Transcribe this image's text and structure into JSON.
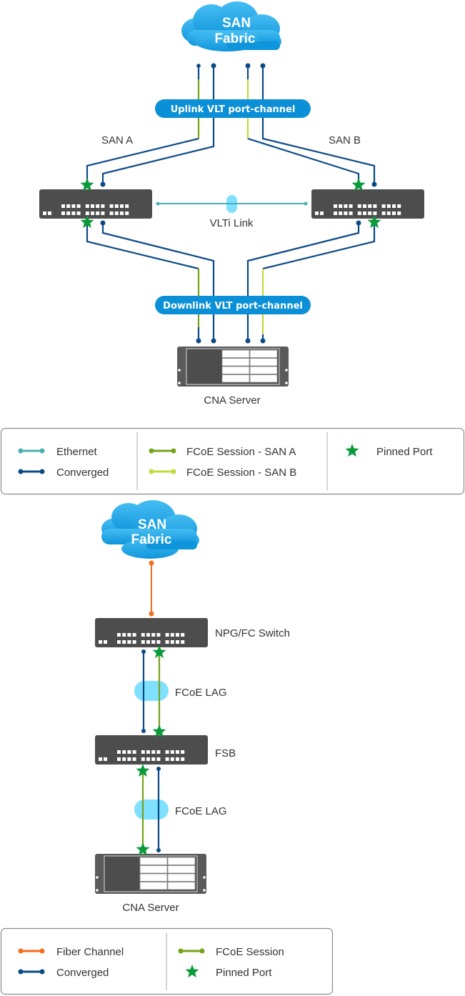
{
  "colors": {
    "ethernet": "#4aafb3",
    "converged": "#0b4a86",
    "fcoe_san_a": "#75a31b",
    "fcoe_san_b": "#c3d93a",
    "fiber_channel": "#f26d1d",
    "pinned_port": "#0a9a3a",
    "pill": "#0b8fd6",
    "lag": "#7fe0ff",
    "device": "#4d4d4d",
    "cloud": "#1aa2e6"
  },
  "diagram1": {
    "cloud": {
      "line1": "SAN",
      "line2": "Fabric"
    },
    "uplink_label": "Uplink VLT port-channel",
    "downlink_label": "Downlink VLT port-channel",
    "san_a_label": "SAN A",
    "san_b_label": "SAN B",
    "vlti_label": "VLTi Link",
    "server_label": "CNA Server"
  },
  "legend1": {
    "items": [
      {
        "label": "Ethernet",
        "kind": "ethernet"
      },
      {
        "label": "Converged",
        "kind": "converged"
      },
      {
        "label": "FCoE Session - SAN A",
        "kind": "fcoe_san_a"
      },
      {
        "label": "FCoE Session - SAN B",
        "kind": "fcoe_san_b"
      },
      {
        "label": "Pinned Port",
        "kind": "pinned_port"
      }
    ]
  },
  "diagram2": {
    "cloud": {
      "line1": "SAN",
      "line2": "Fabric"
    },
    "npg_label": "NPG/FC Switch",
    "lag1_label": "FCoE LAG",
    "fsb_label": "FSB",
    "lag2_label": "FCoE LAG",
    "server_label": "CNA Server"
  },
  "legend2": {
    "items": [
      {
        "label": "Fiber Channel",
        "kind": "fiber_channel"
      },
      {
        "label": "Converged",
        "kind": "converged"
      },
      {
        "label": "FCoE Session",
        "kind": "fcoe_san_a"
      },
      {
        "label": "Pinned Port",
        "kind": "pinned_port"
      }
    ]
  }
}
